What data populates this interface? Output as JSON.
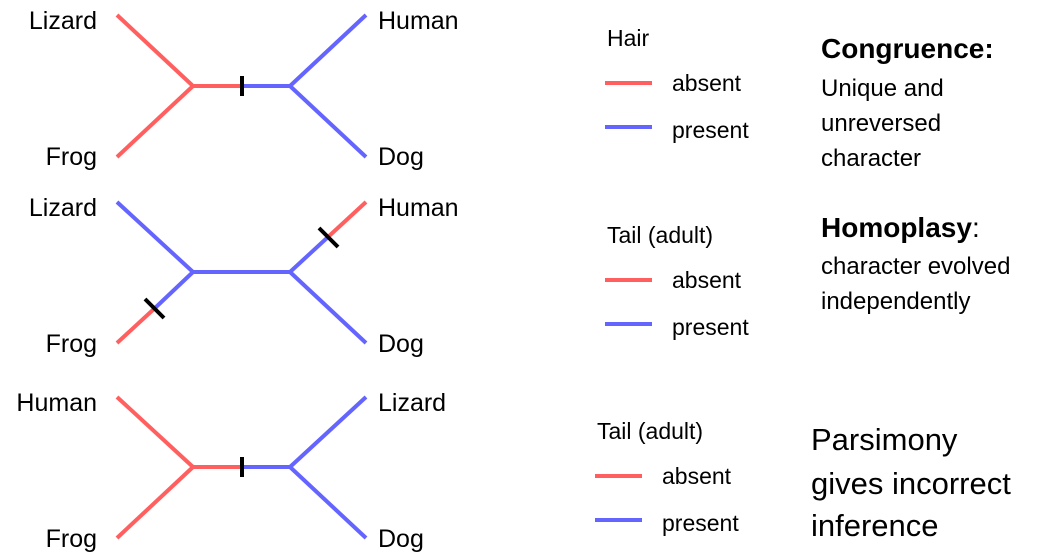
{
  "colors": {
    "absent": "#ff5f5f",
    "present": "#6464ff",
    "change": "#000000"
  },
  "trees": [
    {
      "taxa": {
        "top_left": "Lizard",
        "bottom_left": "Frog",
        "top_right": "Human",
        "bottom_right": "Dog"
      }
    },
    {
      "taxa": {
        "top_left": "Lizard",
        "bottom_left": "Frog",
        "top_right": "Human",
        "bottom_right": "Dog"
      }
    },
    {
      "taxa": {
        "top_left": "Human",
        "bottom_left": "Frog",
        "top_right": "Lizard",
        "bottom_right": "Dog"
      }
    }
  ],
  "legends": [
    {
      "title": "Hair",
      "absent": "absent",
      "present": "present"
    },
    {
      "title": "Tail (adult)",
      "absent": "absent",
      "present": "present"
    },
    {
      "title": "Tail (adult)",
      "absent": "absent",
      "present": "present"
    }
  ],
  "notes": {
    "congruence": {
      "title": "Congruence:",
      "lines": [
        "Unique and",
        "unreversed",
        "character"
      ]
    },
    "homoplasy": {
      "title": "Homoplasy",
      "colon": ":",
      "lines": [
        "character evolved",
        "independently"
      ]
    },
    "parsimony": {
      "lines": [
        "Parsimony",
        "gives incorrect",
        "inference"
      ]
    }
  }
}
